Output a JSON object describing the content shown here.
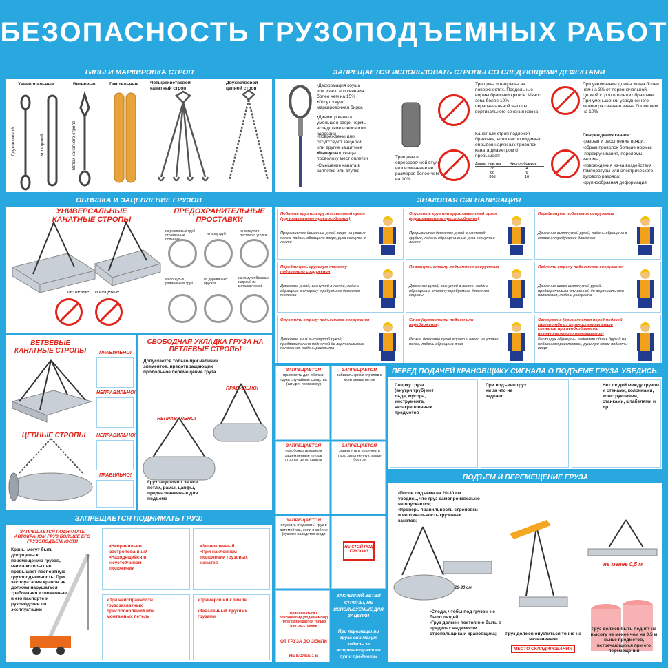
{
  "title": "БЕЗОПАСНОСТЬ ГРУЗОПОДЪЕМНЫХ РАБОТ",
  "sections": {
    "types": {
      "header": "ТИПЫ И МАРКИРОВКА СТРОП",
      "columns": [
        "Универсальные",
        "Ветвевые",
        "Текстильные",
        "Четырехветвевой канатный строп",
        "Двухветвевой цепной строп"
      ],
      "vertical_labels": [
        "Двухпетлевой",
        "Кольцевой",
        "Ветви канатного стропа"
      ]
    },
    "defects": {
      "header": "ЗАПРЕЩАЕТСЯ ИСПОЛЬЗОВАТЬ СТРОПЫ СО СЛЕДУЮЩИМИ ДЕФЕКТАМИ",
      "list1": [
        "•Деформация коуша или износ его сечения более чем на 15%",
        "•Отсутствует маркировочная бирка",
        "•Диаметр каната уменьшен сверх нормы вследствие износа или коррозии",
        "•Повреждены или отсутствуют защелки или другие защитные элементы",
        "•Выступают концы проволоку мест оплетки",
        "•Смещение каната в заплетке или втулке"
      ],
      "sleeve": "Трещины в опрессовочной втулке или изменение ее размеров более чем на 10%",
      "hook": "Трещины и надрывы на поверхностях. Предельные нормы браковки крюков: Износ зева более 10% первоначальной высоты вертикального сечения крюка",
      "rope": "Канатный строп подлежит браковке, если число видимых обрывов наружных проволок каната диаметром d превышает:",
      "table_headers": [
        "Длина участка",
        "Число обрывов"
      ],
      "table_rows": [
        [
          "3d",
          "4"
        ],
        [
          "6d",
          "6"
        ],
        [
          "30d",
          "16"
        ]
      ],
      "chain": "При увеличении длины звена более чем на 3% от первоначальной. Цепной строп подлежит браковке: При уменьшении усредненного диаметра сечения звена более чем на 10%",
      "rope_damage_title": "Повреждения каната:",
      "rope_damage": [
        "-разрыв и расслоение пряди;",
        "-обрыв проволок больше нормы;",
        "-перекручивания, переломы, заломы;",
        "-повреждения из-за воздействия температуры или электрического дугового разряда;",
        "-крупнообразная деформация"
      ]
    },
    "binding": {
      "header": "ОБВЯЗКА И ЗАЦЕПЛЕНИЕ ГРУЗОВ",
      "universal": "УНИВЕРСАЛЬНЫЕ КАНАТНЫЕ СТРОПЫ",
      "loop": "петлевые",
      "ring": "кольцевые",
      "protective": "ПРЕДОХРАНИТЕЛЬНЫЕ ПРОСТАВКИ",
      "protective_labels": [
        "из резиновых труб стремянные большие",
        "из полутруб",
        "из согнутого листового уголка",
        "из согнутых радиальных труб",
        "из деревянных брусков",
        "из хомутообразных изделий из металлической"
      ]
    },
    "branch": {
      "title1": "ВЕТВЕВЫЕ КАНАТНЫЕ СТРОПЫ",
      "title2": "ЦЕПНЫЕ СТРОПЫ",
      "correct": "ПРАВИЛЬНО!",
      "wrong": "НЕПРАВИЛЬНО!"
    },
    "free": {
      "title": "СВОБОДНАЯ УКЛАДКА ГРУЗА НА ПЕТЛЕВЫЕ СТРОПЫ",
      "text1": "Допускается только при наличии элементов, предотвращающих продольное перемещение груза",
      "correct": "ПРАВИЛЬНО!",
      "wrong": "НЕПРАВИЛЬНО!",
      "text2": "Груз зацепляют за все петли, рамы, цапфы, предназначенные для подъема"
    },
    "signals": {
      "header": "ЗНАКОВАЯ СИГНАЛИЗАЦИЯ",
      "cells": [
        {
          "head": "Поднять груз или грузозахватный орган (грузозахватное приспособление)",
          "text": "Прерывистое движение рукой вверх на уровне пояса, ладонь обращена вверх, рука согнута в локте"
        },
        {
          "head": "Опустить груз или грузозахватный орган (грузозахватное приспособление)",
          "text": "Прерывистое движение рукой вниз перед грудью, ладонь обращена вниз, рука согнута в локте"
        },
        {
          "head": "Передвинуть подъемное сооружение",
          "text": "Движение вытянутой рукой, ладонь обращена в сторону требуемого движения"
        },
        {
          "head": "Передвинуть грузовую тележку подъемного сооружения",
          "text": "Движение рукой, согнутой в локте, ладонь обращена в сторону требуемого движения тележки"
        },
        {
          "head": "Повернуть стрелу подъемного сооружения",
          "text": "Движение рукой, согнутой в локте, ладонь обращена в сторону требуемого движения стрелы"
        },
        {
          "head": "Поднять стрелу подъемного сооружения",
          "text": "Движение вверх вытянутой рукой, предварительно опущенной до вертикального положения, ладонь раскрыта"
        },
        {
          "head": "Опустить стрелу подъемного сооружения",
          "text": "Движение вниз вытянутой рукой, предварительно поднятой до вертикального положения, ладонь раскрыта"
        },
        {
          "head": "Стоп (прекратить подъем или передвижение)",
          "text": "Резкое движение рукой вправо и влево на уровне пояса, ладонь обращена вниз"
        },
        {
          "head": "Осторожно (применяется перед подачей какого-либо из перечисленных выше сигналов при необходимости незначительного перемещения)",
          "text": "Кисти рук обращены ладонями одна к другой на небольшом расстоянии, руки при этом подняты вверх"
        }
      ]
    },
    "forbid_small": {
      "c1_head": "ЗАПРЕЩАЕТСЯ",
      "c1_text": "применять для обвязки груза случайные средства (штыри, проволоку)",
      "c2_head": "ЗАПРЕЩАЕТСЯ",
      "c2_text": "забивать крюки стропов в монтажные петли",
      "c3_head": "ЗАПРЕЩАЕТСЯ",
      "c3_text": "освобождать краном защемленные грузом стропы, цепи, канаты",
      "c4_head": "ЗАПРЕЩАЕТСЯ",
      "c4_text": "зацеплять и поднимать тару, заполненную выше бортов",
      "c5_head": "ЗАПРЕЩАЕТСЯ",
      "c5_text": "опускать (подавать) груз в автомобиль, если в кабине (кузове) находятся люди",
      "danger": "НЕ СТОЙ ПОД ГРУЗОМ!",
      "c6_text": "Приближаться к опускаемому (подаваемому) грузу разрешается только при расстоянии",
      "c6_red": "ОТ ГРУЗА ДО ЗЕМЛИ",
      "c6_limit": "НЕ БОЛЕЕ 1 м",
      "tail_title": "ЗАКРЕПЛЯЙ ВЕТВИ СТРОПЫ, НЕ ИСПОЛЬЗУЕМЫЕ ДЛЯ ЗАЦЕПКИ",
      "tail_text": "При перемещении груза они могут задеть за встречающиеся на пути предметы"
    },
    "before_signal": {
      "header": "ПЕРЕД ПОДАЧЕЙ КРАНОВЩИКУ СИГНАЛА О ПОДЪЕМЕ ГРУЗА УБЕДИСЬ:",
      "t1": "Сверху груза (внутри труб) нет льда, мусора, инструмента, незакрепленных предметов",
      "t2": "При подъеме груз ни за что не задеает",
      "t3": "Нет людей между грузом и стенами, колоннами, конструкциями, станками, штабелями и др."
    },
    "lift": {
      "header": "ПОДЪЕМ И ПЕРЕМЕЩЕНИЕ ГРУЗА",
      "text1": "•После подъема на 20-30 см убедись, что груз самопроизвольно не опускается;",
      "text2": "•Проверь правильность строповки и вертикальность грузовых канатов;",
      "dim": "20-30 см",
      "min_height": "не менее 0,5 м",
      "watch": "•Следи, чтобы под грузом не было людей;",
      "visible": "•Груз должен постоянно быть в пределах видимости стропальщика и крановщика;",
      "lower_text": "Груз должен опуститься точно на назначенное",
      "place": "МЕСТО СКЛАДИРОВАНИЯ",
      "above_text": "Груз должен быть поднят на высоту не менее чем на 0,5 м выше предметов, встречающихся при его перемещении"
    },
    "no_lift": {
      "header": "ЗАПРЕЩАЕТСЯ ПОДНИМАТЬ ГРУЗ:",
      "crane_head": "ЗАПРЕЩАЕТСЯ ПОДНИМАТЬ АВТОКРАНОМ ГРУЗ БОЛЬШЕ ЕГО ГРУЗОПОДЪЕМНОСТИ",
      "crane_text": "Краны могут быть допущены к перемещению грузов, масса которых не превышает паспортную грузоподъемность. При эксплуатации кранов не должны нарушаться требования изложенные в его паспорте и руководстве по эксплуатации",
      "cases": [
        [
          "•Неправильно застропованный",
          "•Находящийся в неустойчивом положении"
        ],
        [
          "•Защемленный",
          "•При наклонном положении грузовых канатов"
        ],
        [
          "•При неисправности грузозахватных приспособлений или монтажных петель"
        ],
        [
          "•Примерзший к земле",
          "•Заваленный другими грузами"
        ]
      ]
    }
  }
}
